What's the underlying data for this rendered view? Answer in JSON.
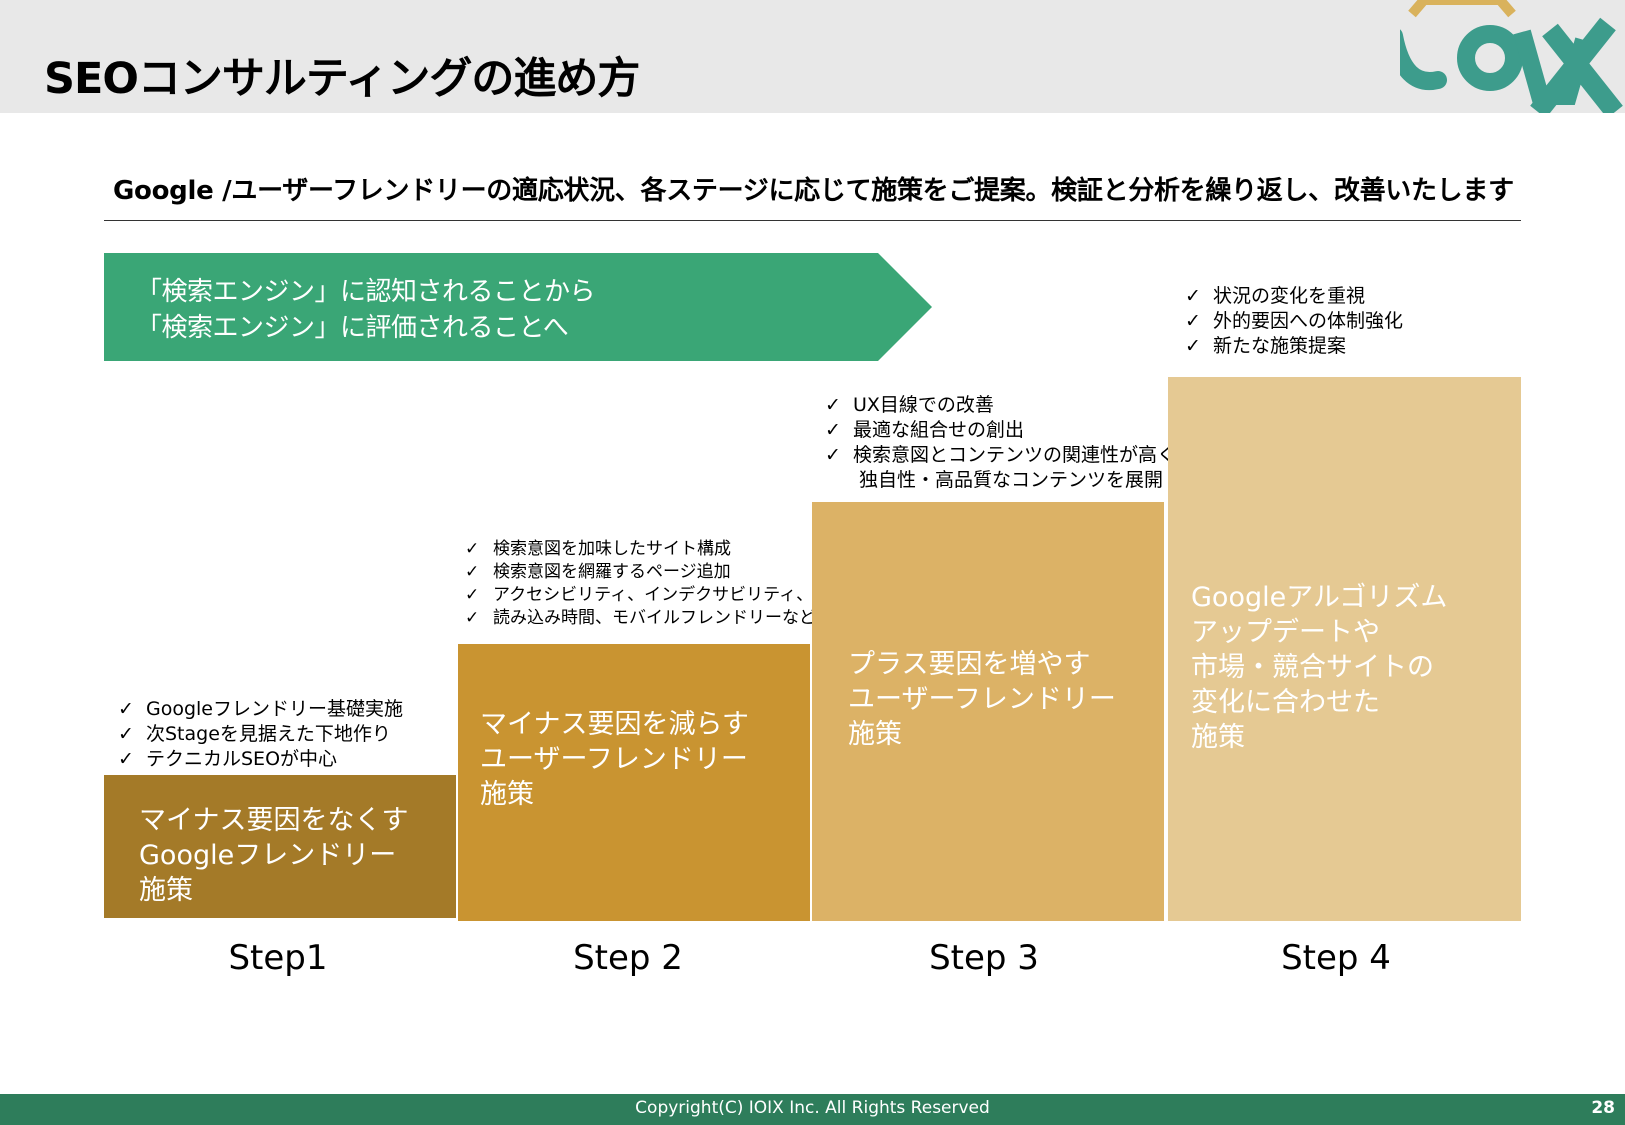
{
  "header": {
    "title": "SEOコンサルティングの進め方"
  },
  "subtitle": "Google /ユーザーフレンドリーの適応状況、各ステージに応じて施策をご提案。検証と分析を繰り返し、改善いたします",
  "banner": {
    "lines": [
      "「検索エンジン」に認知されることから",
      "「検索エンジン」に評価されることへ"
    ]
  },
  "check_mark": "✓",
  "steps": [
    {
      "label": "Step1",
      "block_lines": [
        "マイナス要因をなくす",
        "Googleフレンドリー",
        "施策"
      ],
      "checklist": [
        "Googleフレンドリー基礎実施",
        "次Stageを見据えた下地作り",
        "テクニカルSEOが中心"
      ]
    },
    {
      "label": "Step 2",
      "block_lines": [
        "マイナス要因を減らす",
        "ユーザーフレンドリー",
        "施策"
      ],
      "checklist": [
        "検索意図を加味したサイト構成",
        "検索意図を網羅するページ追加",
        "アクセシビリティ、インデクサビリティ、速度、",
        "読み込み時間、モバイルフレンドリーなど"
      ]
    },
    {
      "label": "Step 3",
      "block_lines": [
        "プラス要因を増やす",
        "ユーザーフレンドリー",
        "施策"
      ],
      "checklist": [
        "UX目線での改善",
        "最適な組合せの創出",
        "検索意図とコンテンツの関連性が高く、"
      ],
      "checklist_continuation": "独自性・高品質なコンテンツを展開"
    },
    {
      "label": "Step 4",
      "block_lines": [
        "Googleアルゴリズム",
        "アップデートや",
        "市場・競合サイトの",
        "変化に合わせた",
        "施策"
      ],
      "checklist": [
        "状況の変化を重視",
        "外的要因への体制強化",
        "新たな施策提案"
      ]
    }
  ],
  "footer": {
    "copyright": "Copyright(C) IOIX Inc. All Rights Reserved",
    "page_number": "28"
  },
  "colors": {
    "header_bg": "#e8e8e8",
    "banner_green": "#3aa676",
    "step1": "#a47a28",
    "step2": "#c99431",
    "step3": "#dcb266",
    "step4": "#e5c993",
    "footer_green": "#2e7d5b",
    "logo_teal": "#3d9c8c",
    "logo_gold": "#d9b25c"
  }
}
